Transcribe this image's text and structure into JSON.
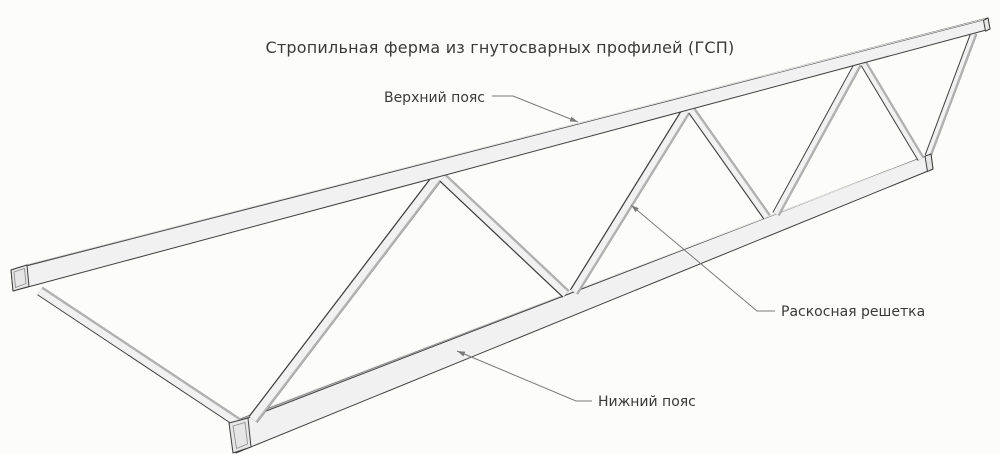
{
  "diagram": {
    "title": "Стропильная ферма из гнутосварных профилей (ГСП)",
    "labels": {
      "top_chord": "Верхний пояс",
      "lattice": "Раскосная решетка",
      "bottom_chord": "Нижний пояс"
    },
    "parts": [
      {
        "name": "top-chord",
        "label": "Верхний пояс"
      },
      {
        "name": "diagonal-lattice",
        "label": "Раскосная решетка"
      },
      {
        "name": "bottom-chord",
        "label": "Нижний пояс"
      }
    ],
    "colors": {
      "background": "#fcfcfa",
      "outline": "#3f3f3f",
      "member_face": "#f1f1f1",
      "member_shade": "#b2b2b2",
      "member_cap": "#e6e6e6",
      "cap_inner_line": "#919191",
      "leader": "#7a7a7a",
      "text": "#3a3a3a"
    }
  }
}
